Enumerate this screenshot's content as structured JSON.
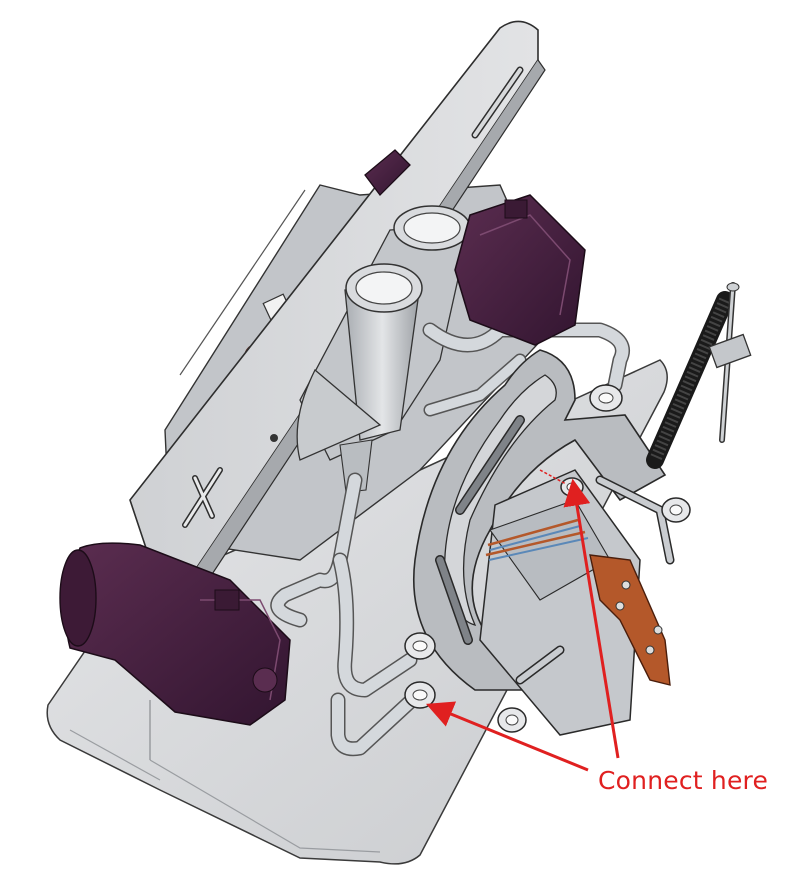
{
  "annotation": {
    "label": "Connect here",
    "color": "#e02020"
  },
  "colors": {
    "metal_light": "#d2d4d7",
    "metal_mid": "#b7babd",
    "metal_dark": "#8e9297",
    "edge": "#2a2a2a",
    "motor_purple": "#4a2340",
    "motor_purple_dark": "#2e1328",
    "copper": "#b4582a",
    "hose": "#c7ccd2",
    "base_plate": "#dcdcdc"
  },
  "parts": [
    "base-plate",
    "mounting-panel",
    "back-block",
    "tube-nozzle-assembly",
    "motor-upper",
    "motor-lower",
    "c-clamp-frame",
    "lead-screw",
    "electrode-block",
    "hose-lines",
    "hose-fittings"
  ]
}
